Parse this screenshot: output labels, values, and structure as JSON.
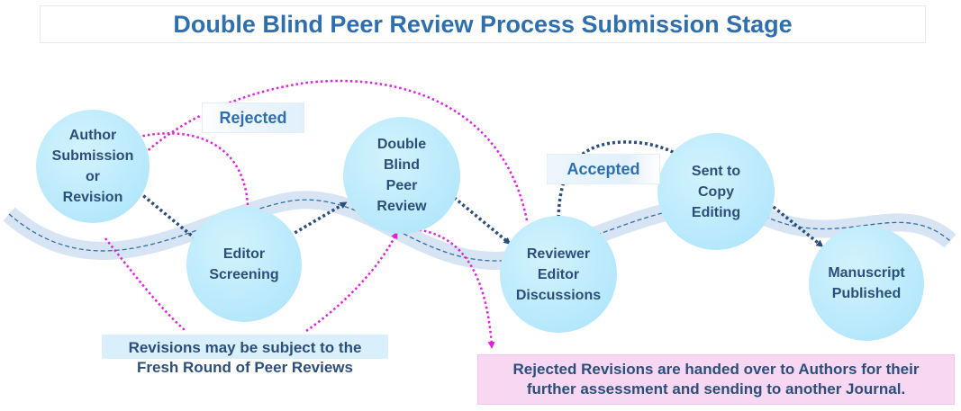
{
  "title": "Double Blind Peer Review Process Submission Stage",
  "colors": {
    "title": "#2f6fae",
    "node_fill": "#b6e8fb",
    "node_text": "#2b4f7a",
    "flow_arrow": "#2b4f7a",
    "return_arrow": "#dd22dd",
    "wave": "#d6e4f3",
    "note_pink": "#f7d7f2"
  },
  "nodes": {
    "author": [
      "Author",
      "Submission",
      "or",
      "Revision"
    ],
    "editor": [
      "Editor",
      "Screening"
    ],
    "peer": [
      "Double",
      "Blind",
      "Peer",
      "Review"
    ],
    "discussion": [
      "Reviewer",
      "Editor",
      "Discussions"
    ],
    "copy": [
      "Sent to",
      "Copy",
      "Editing"
    ],
    "published": [
      "Manuscript",
      "Published"
    ]
  },
  "tags": {
    "rejected": "Rejected",
    "accepted": "Accepted"
  },
  "notes": {
    "revisions": [
      "Revisions may be subject to the",
      "Fresh Round of Peer Reviews"
    ],
    "rejected_revisions": [
      "Rejected Revisions are handed over to Authors for their",
      "further assessment and sending to another Journal."
    ]
  }
}
